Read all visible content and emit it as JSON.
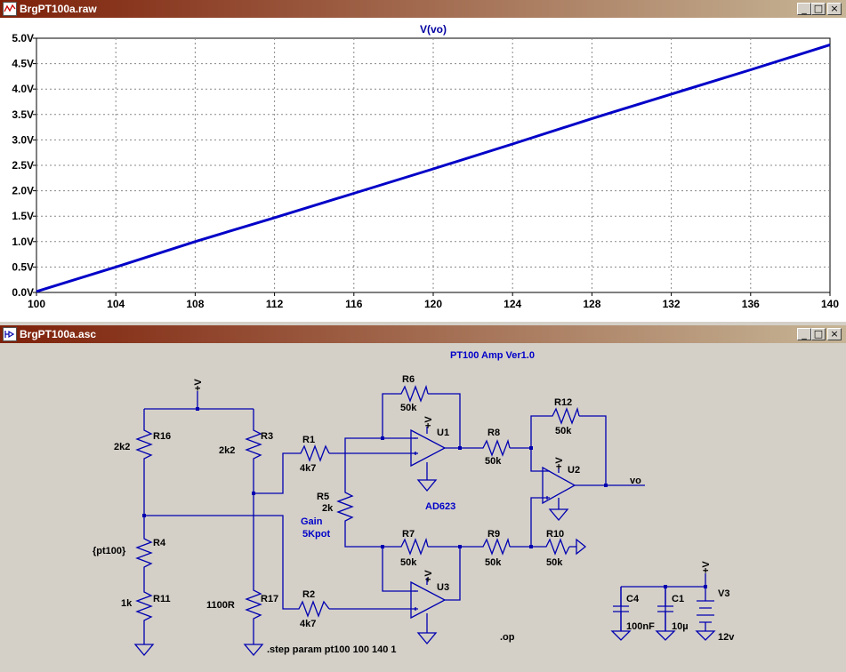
{
  "plot_window": {
    "title": "BrgPT100a.raw",
    "buttons": [
      "_",
      "□",
      "×"
    ],
    "icon": "waveform-icon"
  },
  "schematic_window": {
    "title": "BrgPT100a.asc",
    "buttons": [
      "_",
      "□",
      "×"
    ],
    "icon": "schematic-icon"
  },
  "chart_data": {
    "type": "line",
    "title": "V(vo)",
    "xlabel": "",
    "ylabel": "",
    "xlim": [
      100,
      140
    ],
    "ylim": [
      0,
      5
    ],
    "x_ticks": [
      "100",
      "104",
      "108",
      "112",
      "116",
      "120",
      "124",
      "128",
      "132",
      "136",
      "140"
    ],
    "y_ticks": [
      "0.0V",
      "0.5V",
      "1.0V",
      "1.5V",
      "2.0V",
      "2.5V",
      "3.0V",
      "3.5V",
      "4.0V",
      "4.5V",
      "5.0V"
    ],
    "grid": true,
    "series": [
      {
        "name": "V(vo)",
        "color": "#0000c8",
        "x": [
          100,
          104,
          108,
          112,
          116,
          120,
          124,
          128,
          132,
          136,
          140
        ],
        "y": [
          0.02,
          0.5,
          1.0,
          1.47,
          1.95,
          2.43,
          2.92,
          3.42,
          3.9,
          4.38,
          4.87
        ]
      }
    ]
  },
  "schematic": {
    "title_text": "PT100 Amp Ver1.0",
    "labels": {
      "vplus_top": "+V",
      "r16": "R16",
      "r16_val": "2k2",
      "r3": "R3",
      "r3_val": "2k2",
      "r4": "R4",
      "r4_val": "{pt100}",
      "r11": "R11",
      "r11_val": "1k",
      "r17": "R17",
      "r17_val": "1100R",
      "r1": "R1",
      "r1_val": "4k7",
      "r2": "R2",
      "r2_val": "4k7",
      "r5": "R5",
      "r5_val": "2k",
      "gain1": "Gain",
      "gain2": "5Kpot",
      "r6": "R6",
      "r6_val": "50k",
      "r7": "R7",
      "r7_val": "50k",
      "r8": "R8",
      "r8_val": "50k",
      "r9": "R9",
      "r9_val": "50k",
      "r10": "R10",
      "r10_val": "50k",
      "r12": "R12",
      "r12_val": "50k",
      "u1": "U1",
      "u2": "U2",
      "u3": "U3",
      "u1_vplus": "+V",
      "u2_vplus": "+V",
      "u3_vplus": "+V",
      "ad623": "AD623",
      "vo": "vo",
      "c4": "C4",
      "c4_val": "100nF",
      "c1": "C1",
      "c1_val": "10µ",
      "v3": "V3",
      "v3_val": "12v",
      "v3_vplus": "+V",
      "step_cmd": ".step param pt100 100 140 1",
      "op_cmd": ".op"
    }
  }
}
